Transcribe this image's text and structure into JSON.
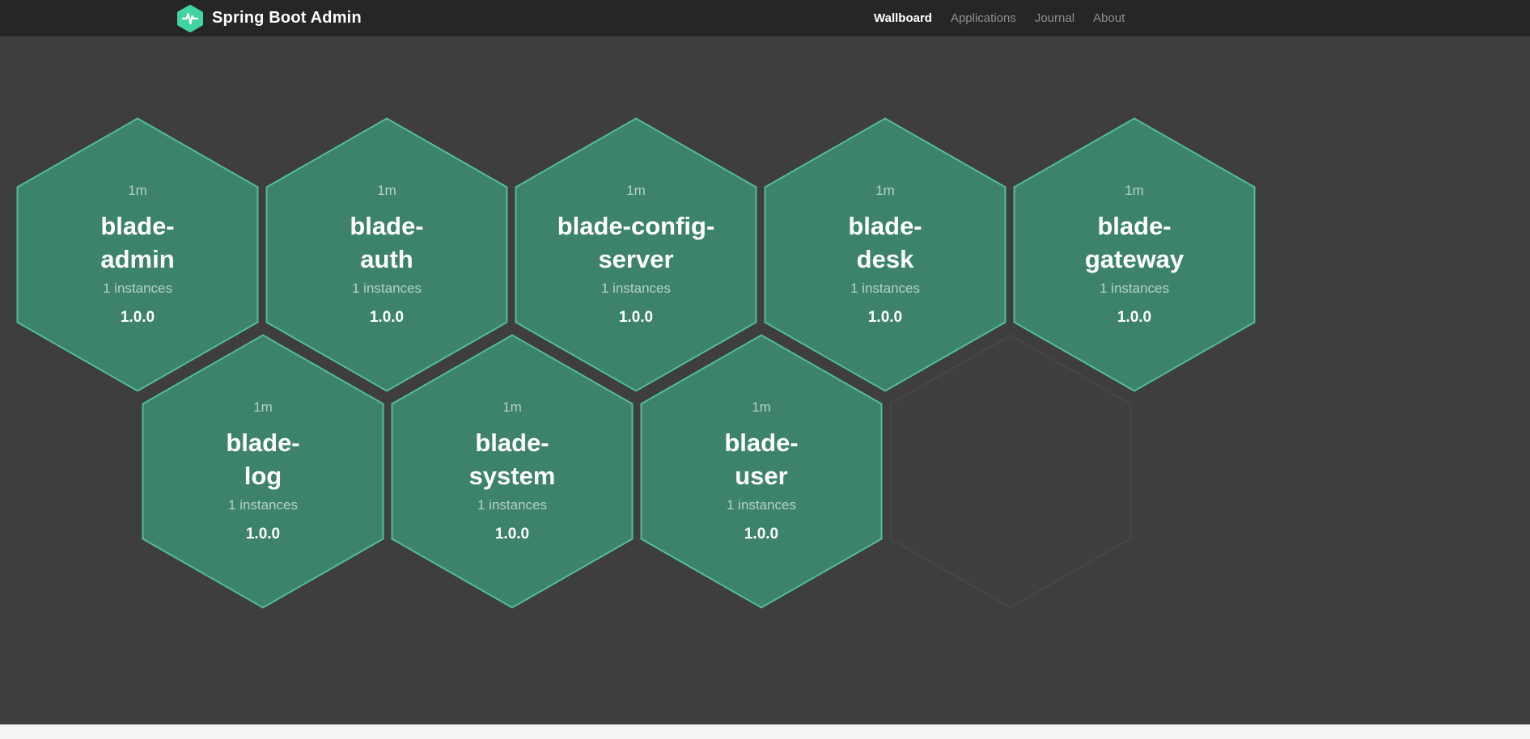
{
  "header": {
    "title": "Spring Boot Admin",
    "nav": [
      {
        "label": "Wallboard",
        "active": true
      },
      {
        "label": "Applications",
        "active": false
      },
      {
        "label": "Journal",
        "active": false
      },
      {
        "label": "About",
        "active": false
      }
    ]
  },
  "colors": {
    "header_bg": "#262626",
    "body_bg": "#3e3e3e",
    "hexagon_fill": "#3d836b",
    "hexagon_border": "#52bd96",
    "brand_logo": "#42d3a5"
  },
  "applications": [
    {
      "uptime": "1m",
      "name": "blade-admin",
      "name_lines": [
        "blade-",
        "admin"
      ],
      "instances": "1 instances",
      "version": "1.0.0"
    },
    {
      "uptime": "1m",
      "name": "blade-auth",
      "name_lines": [
        "blade-",
        "auth"
      ],
      "instances": "1 instances",
      "version": "1.0.0"
    },
    {
      "uptime": "1m",
      "name": "blade-config-server",
      "name_lines": [
        "blade-config-",
        "server"
      ],
      "instances": "1 instances",
      "version": "1.0.0"
    },
    {
      "uptime": "1m",
      "name": "blade-desk",
      "name_lines": [
        "blade-",
        "desk"
      ],
      "instances": "1 instances",
      "version": "1.0.0"
    },
    {
      "uptime": "1m",
      "name": "blade-gateway",
      "name_lines": [
        "blade-",
        "gateway"
      ],
      "instances": "1 instances",
      "version": "1.0.0"
    },
    {
      "uptime": "1m",
      "name": "blade-log",
      "name_lines": [
        "blade-",
        "log"
      ],
      "instances": "1 instances",
      "version": "1.0.0"
    },
    {
      "uptime": "1m",
      "name": "blade-system",
      "name_lines": [
        "blade-",
        "system"
      ],
      "instances": "1 instances",
      "version": "1.0.0"
    },
    {
      "uptime": "1m",
      "name": "blade-user",
      "name_lines": [
        "blade-",
        "user"
      ],
      "instances": "1 instances",
      "version": "1.0.0"
    }
  ],
  "empty_hexagon": true
}
